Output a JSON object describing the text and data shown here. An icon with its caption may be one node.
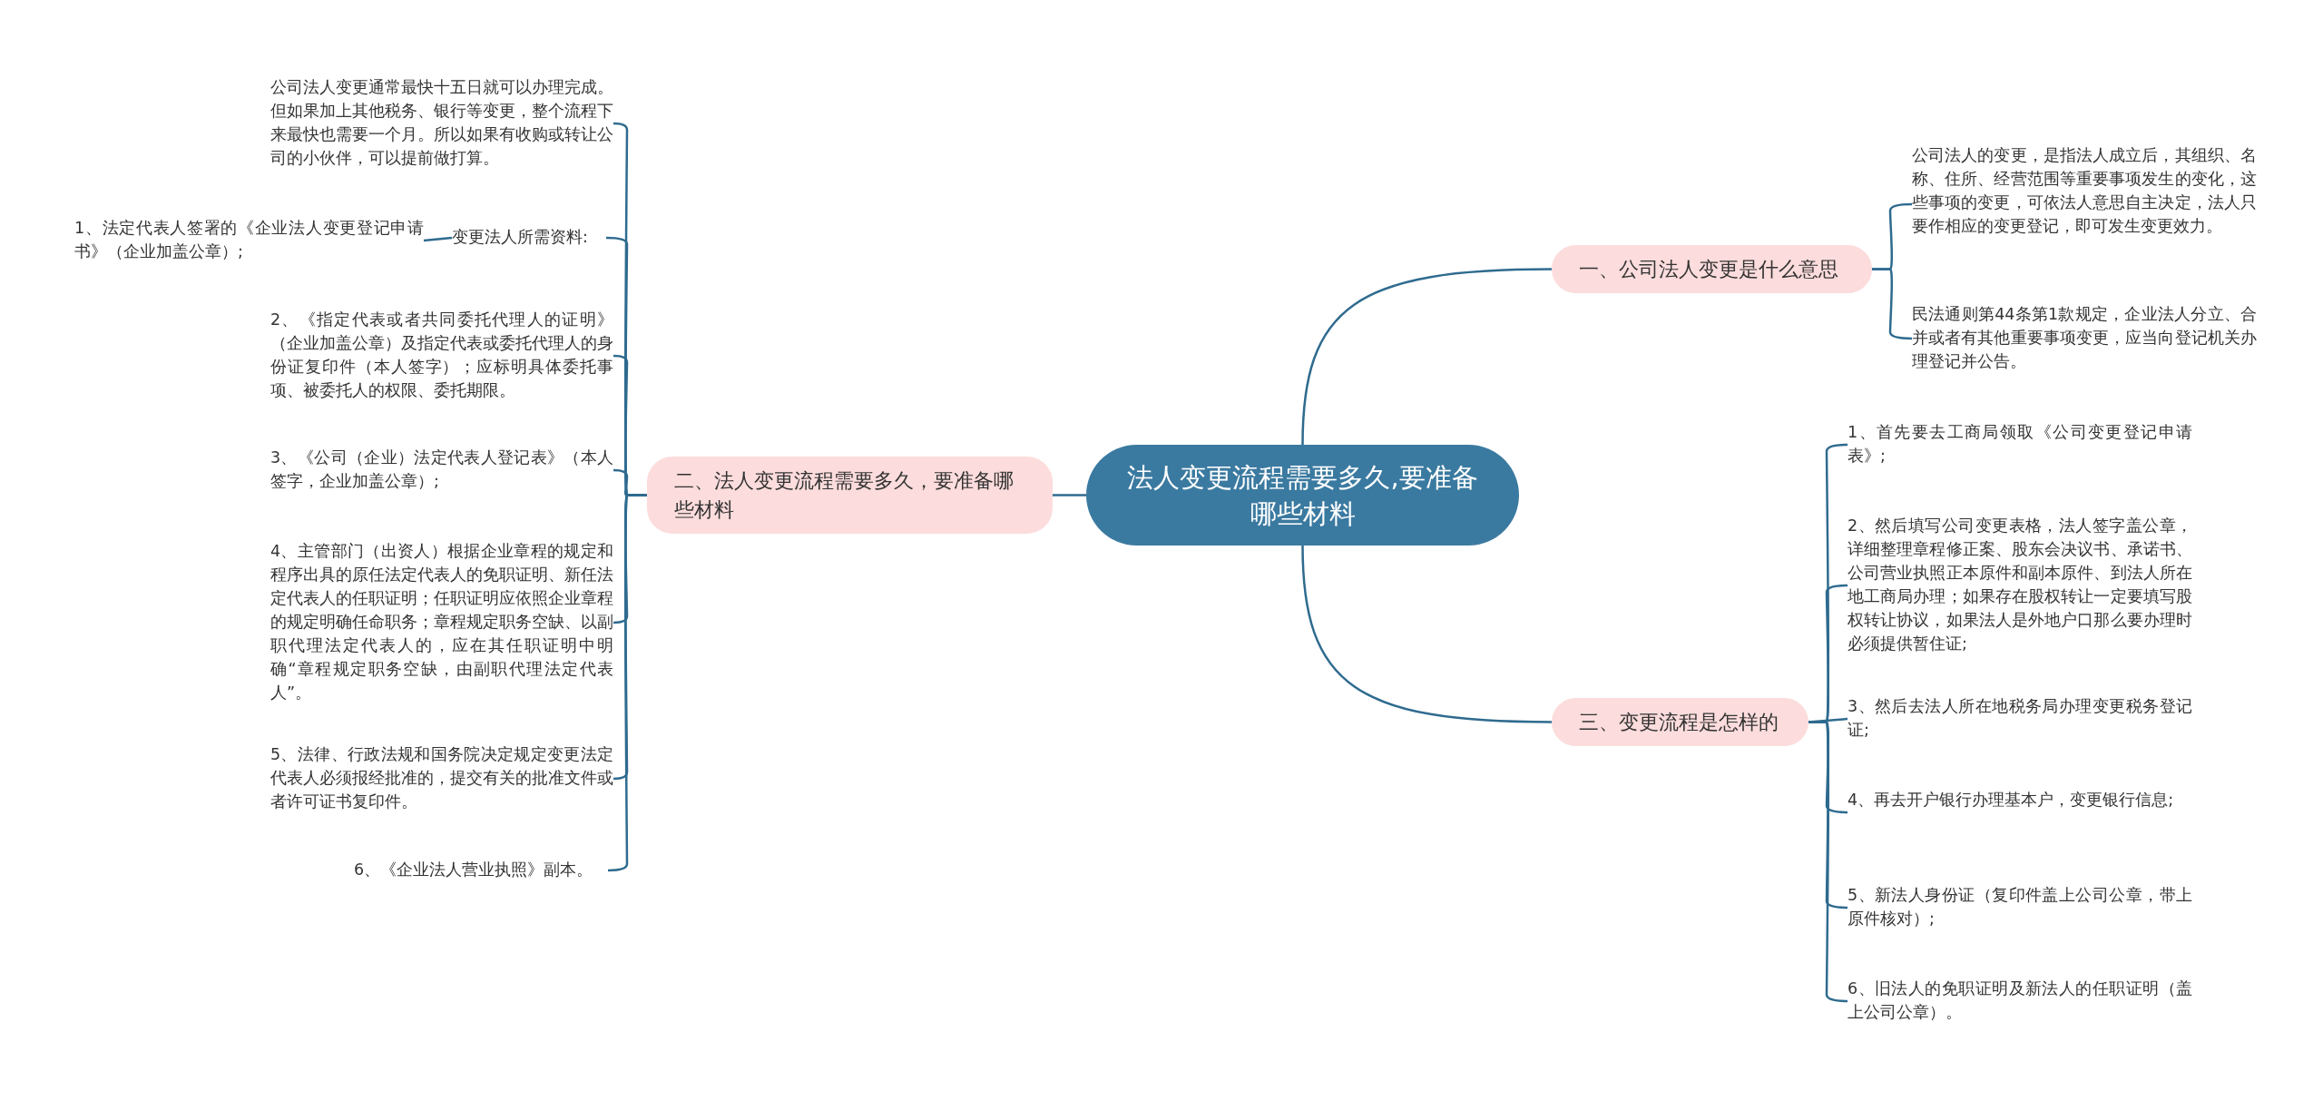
{
  "diagram": {
    "nodes": [
      {
        "text": [
          "法人变更流程需要多久,要准备哪些材料"
        ]
      },
      {
        "text": [
          "一、公司法人变更是什么意思"
        ]
      },
      {
        "text": [
          "公司法人的变更，是指法人成立后，其组织、名称、住所、经营范围等重要事项发生的变化，这些事项的变更，可依法人意思自主决定，法人只要作相应的变更登记，即可发生变更效力。"
        ]
      },
      {
        "text": [
          "民法通则第44条第1款规定，企业法人分立、合并或者有其他重要事项变更，应当向登记机关办理登记并公告。"
        ]
      },
      {
        "text": [
          "二、法人变更流程需要多久，要准备哪些材料"
        ]
      },
      {
        "text": [
          "公司法人变更通常最快十五日就可以办理完成。但如果加上其他税务、银行等变更，整个流程下来最快也需要一个月。所以如果有收购或转让公司的小伙伴，可以提前做打算。"
        ]
      },
      {
        "text": [
          "变更法人所需资料:"
        ]
      },
      {
        "text": [
          "1、法定代表人签署的《企业法人变更登记申请书》（企业加盖公章）;"
        ]
      },
      {
        "text": [
          "2、《指定代表或者共同委托代理人的证明》（企业加盖公章）及指定代表或委托代理人的身份证复印件（本人签字）；应标明具体委托事项、被委托人的权限、委托期限。"
        ]
      },
      {
        "text": [
          "3、《公司（企业）法定代表人登记表》（本人签字，企业加盖公章）;"
        ]
      },
      {
        "text": [
          "4、主管部门（出资人）根据企业章程的规定和程序出具的原任法定代表人的免职证明、新任法定代表人的任职证明；任职证明应依照企业章程的规定明确任命职务；章程规定职务空缺、以副职代理法定代表人的，应在其任职证明中明确“章程规定职务空缺，由副职代理法定代表人”。"
        ]
      },
      {
        "text": [
          "5、法律、行政法规和国务院决定规定变更法定代表人必须报经批准的，提交有关的批准文件或者许可证书复印件。"
        ]
      },
      {
        "text": [
          "6、《企业法人营业执照》副本。"
        ]
      },
      {
        "text": [
          "三、变更流程是怎样的"
        ]
      },
      {
        "text": [
          "1、首先要去工商局领取《公司变更登记申请表》;"
        ]
      },
      {
        "text": [
          "2、然后填写公司变更表格，法人签字盖公章，详细整理章程修正案、股东会决议书、承诺书、公司营业执照正本原件和副本原件、到法人所在地工商局办理；如果存在股权转让一定要填写股权转让协议，如果法人是外地户口那么要办理时必须提供暂住证;"
        ]
      },
      {
        "text": [
          "3、然后去法人所在地税务局办理变更税务登记证;"
        ]
      },
      {
        "text": [
          "4、再去开户银行办理基本户，变更银行信息;"
        ]
      },
      {
        "text": [
          "5、新法人身份证（复印件盖上公司公章，带上原件核对）;"
        ]
      },
      {
        "text": [
          "6、旧法人的免职证明及新法人的任职证明（盖上公司公章）。"
        ]
      }
    ],
    "edges": [
      {
        "from": 0,
        "to": 1,
        "arrow": "none"
      },
      {
        "from": 1,
        "to": 2,
        "arrow": "none"
      },
      {
        "from": 1,
        "to": 3,
        "arrow": "none"
      },
      {
        "from": 0,
        "to": 4,
        "arrow": "none"
      },
      {
        "from": 4,
        "to": 5,
        "arrow": "none"
      },
      {
        "from": 4,
        "to": 6,
        "arrow": "none"
      },
      {
        "from": 6,
        "to": 7,
        "arrow": "none"
      },
      {
        "from": 4,
        "to": 8,
        "arrow": "none"
      },
      {
        "from": 4,
        "to": 9,
        "arrow": "none"
      },
      {
        "from": 4,
        "to": 10,
        "arrow": "none"
      },
      {
        "from": 4,
        "to": 11,
        "arrow": "none"
      },
      {
        "from": 4,
        "to": 12,
        "arrow": "none"
      },
      {
        "from": 0,
        "to": 13,
        "arrow": "none"
      },
      {
        "from": 13,
        "to": 14,
        "arrow": "none"
      },
      {
        "from": 13,
        "to": 15,
        "arrow": "none"
      },
      {
        "from": 13,
        "to": 16,
        "arrow": "none"
      },
      {
        "from": 13,
        "to": 17,
        "arrow": "none"
      },
      {
        "from": 13,
        "to": 18,
        "arrow": "none"
      },
      {
        "from": 13,
        "to": 19,
        "arrow": "none"
      }
    ]
  }
}
